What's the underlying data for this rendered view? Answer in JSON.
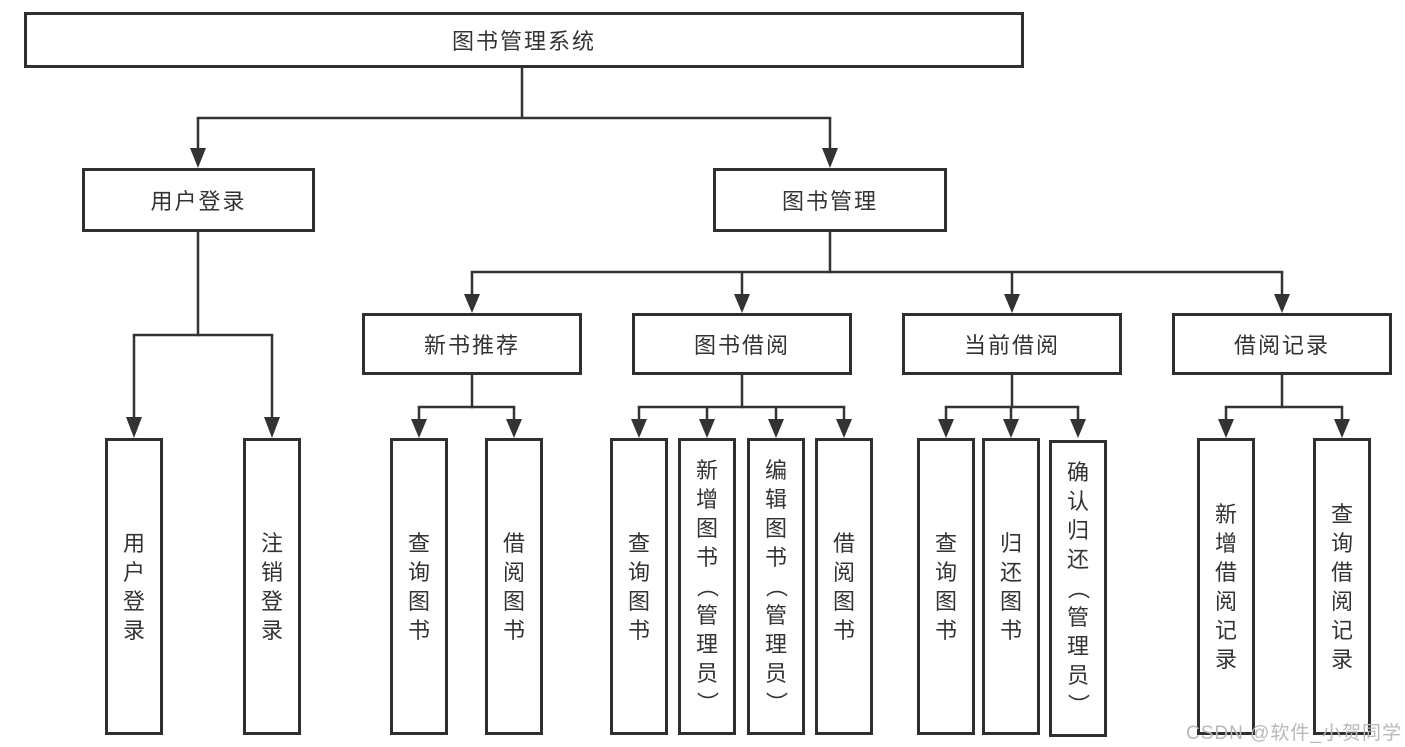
{
  "tree": {
    "label": "图书管理系统",
    "children": [
      {
        "label": "用户登录",
        "children": [
          {
            "label": "用户登录"
          },
          {
            "label": "注销登录"
          }
        ]
      },
      {
        "label": "图书管理",
        "children": [
          {
            "label": "新书推荐",
            "children": [
              {
                "label": "查询图书"
              },
              {
                "label": "借阅图书"
              }
            ]
          },
          {
            "label": "图书借阅",
            "children": [
              {
                "label": "查询图书"
              },
              {
                "label": "新增图书（管理员）"
              },
              {
                "label": "编辑图书（管理员）"
              },
              {
                "label": "借阅图书"
              }
            ]
          },
          {
            "label": "当前借阅",
            "children": [
              {
                "label": "查询图书"
              },
              {
                "label": "归还图书"
              },
              {
                "label": "确认归还（管理员）"
              }
            ]
          },
          {
            "label": "借阅记录",
            "children": [
              {
                "label": "新增借阅记录"
              },
              {
                "label": "查询借阅记录"
              }
            ]
          }
        ]
      }
    ]
  },
  "watermark": "CSDN @软件_小贺同学",
  "colors": {
    "line": "#333333",
    "box_border": "#2f2f2f",
    "text": "#333333",
    "watermark": "#b9b9b9",
    "background": "#ffffff"
  }
}
